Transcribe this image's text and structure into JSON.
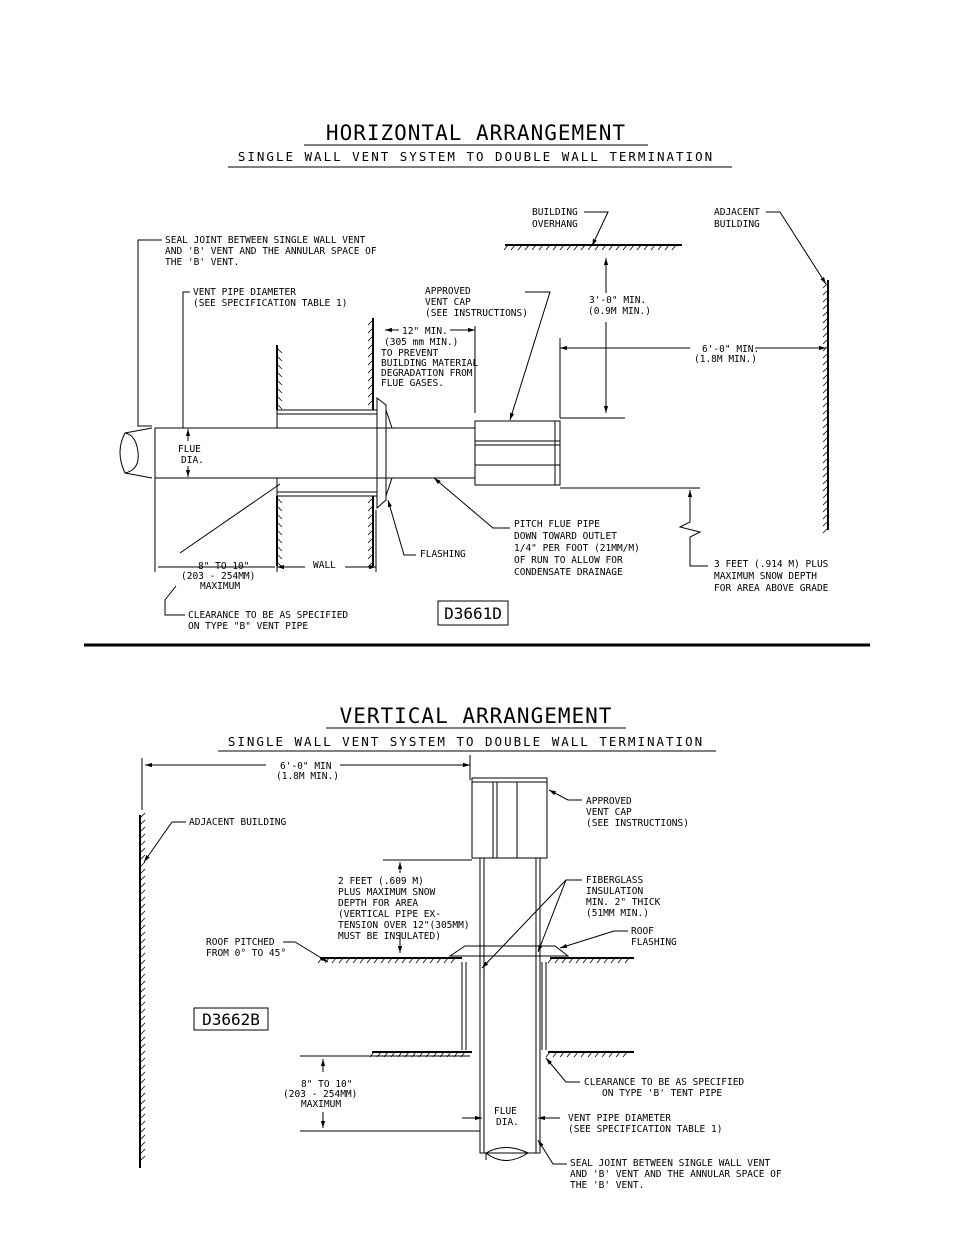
{
  "horizontal": {
    "title": "HORIZONTAL ARRANGEMENT",
    "subtitle": "SINGLE WALL VENT SYSTEM TO DOUBLE WALL TERMINATION",
    "seal_joint": [
      "SEAL JOINT BETWEEN SINGLE WALL VENT",
      "AND 'B' VENT AND THE ANNULAR SPACE OF",
      "THE 'B' VENT."
    ],
    "vent_pipe_diameter": [
      "VENT PIPE DIAMETER",
      "(SEE SPECIFICATION TABLE 1)"
    ],
    "approved_vent_cap": [
      "APPROVED",
      "VENT CAP",
      "(SEE INSTRUCTIONS)"
    ],
    "building_overhang": [
      "BUILDING",
      "OVERHANG"
    ],
    "adjacent_building": [
      "ADJACENT",
      "BUILDING"
    ],
    "twelve_min": [
      "12\" MIN.",
      "(305 mm MIN.)"
    ],
    "prevent_text": [
      "TO PREVENT",
      "BUILDING MATERIAL",
      "DEGRADATION FROM",
      "FLUE GASES."
    ],
    "three_ft_min": [
      "3'-0\" MIN.",
      "(0.9M MIN.)"
    ],
    "six_ft_min": [
      "6'-0\" MIN.",
      "(1.8M MIN.)"
    ],
    "flue_dia": [
      "FLUE",
      "DIA."
    ],
    "pitch_text": [
      "PITCH FLUE PIPE",
      "DOWN TOWARD OUTLET",
      "1/4\" PER FOOT (21MM/M)",
      "OF RUN TO ALLOW FOR",
      "CONDENSATE DRAINAGE"
    ],
    "flashing": "FLASHING",
    "wall": "WALL",
    "eight_to_ten": [
      "8\" TO 10\"",
      "(203 - 254MM)",
      "MAXIMUM"
    ],
    "three_feet": [
      "3 FEET (.914 M) PLUS",
      "MAXIMUM SNOW DEPTH",
      "FOR AREA ABOVE GRADE"
    ],
    "clearance": [
      "CLEARANCE TO BE AS SPECIFIED",
      "ON TYPE \"B\" VENT PIPE"
    ],
    "code": "D3661D"
  },
  "vertical": {
    "title": "VERTICAL ARRANGEMENT",
    "subtitle": "SINGLE WALL VENT SYSTEM TO DOUBLE WALL TERMINATION",
    "six_ft_min": [
      "6'-0\" MIN",
      "(1.8M MIN.)"
    ],
    "adjacent_building": "ADJACENT BUILDING",
    "approved_vent_cap": [
      "APPROVED",
      "VENT CAP",
      "(SEE INSTRUCTIONS)"
    ],
    "two_feet": [
      "2 FEET (.609 M)",
      "PLUS MAXIMUM SNOW",
      "DEPTH FOR AREA",
      "(VERTICAL PIPE EX-",
      "TENSION OVER 12\"(305MM)",
      "MUST BE INSULATED)"
    ],
    "fiberglass": [
      "FIBERGLASS",
      "INSULATION",
      "MIN. 2\" THICK",
      "(51MM MIN.)"
    ],
    "roof_flashing": [
      "ROOF",
      "FLASHING"
    ],
    "roof_pitched": [
      "ROOF PITCHED",
      "FROM 0° TO 45°"
    ],
    "code": "D3662B",
    "eight_to_ten": [
      "8\" TO 10\"",
      "(203 - 254MM)",
      "MAXIMUM"
    ],
    "clearance": [
      "CLEARANCE TO BE AS SPECIFIED",
      "ON TYPE 'B' TENT PIPE"
    ],
    "flue_dia": [
      "FLUE",
      "DIA."
    ],
    "vent_pipe_diameter": [
      "VENT PIPE DIAMETER",
      "(SEE SPECIFICATION TABLE 1)"
    ],
    "seal_joint": [
      "SEAL JOINT BETWEEN SINGLE WALL VENT",
      "AND 'B' VENT AND THE ANNULAR SPACE OF",
      "THE 'B' VENT."
    ]
  }
}
